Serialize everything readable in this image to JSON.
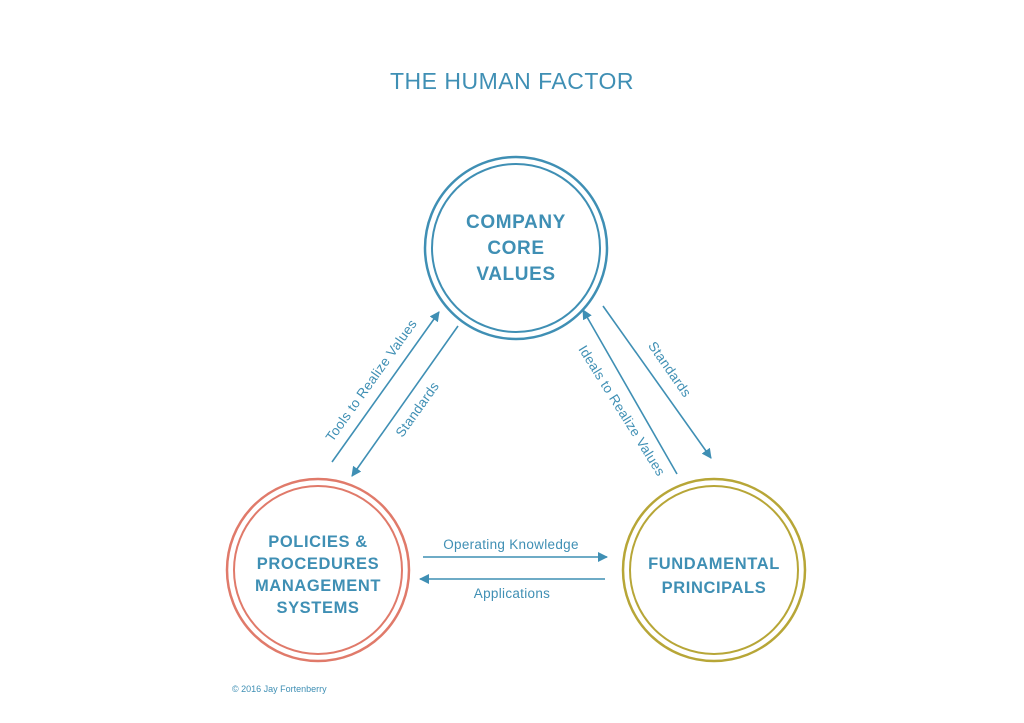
{
  "title": "THE HUMAN FACTOR",
  "colors": {
    "primary": "#3f8fb4",
    "policies_ring": "#e07a6a",
    "fundamental_ring": "#b7a637"
  },
  "nodes": {
    "core_values": {
      "lines": [
        "COMPANY",
        "CORE",
        "VALUES"
      ]
    },
    "policies": {
      "lines": [
        "POLICIES &",
        "PROCEDURES",
        "MANAGEMENT",
        "SYSTEMS"
      ]
    },
    "fundamental": {
      "lines": [
        "FUNDAMENTAL",
        "PRINCIPALS"
      ]
    }
  },
  "edges": {
    "tools_to_realize_values": "Tools to Realize Values",
    "standards_left": "Standards",
    "standards_right": "Standards",
    "ideals_to_realize_values": "Ideals to Realize Values",
    "operating_knowledge": "Operating Knowledge",
    "applications": "Applications"
  },
  "footer": {
    "copyright": "© 2016 Jay Fortenberry"
  }
}
